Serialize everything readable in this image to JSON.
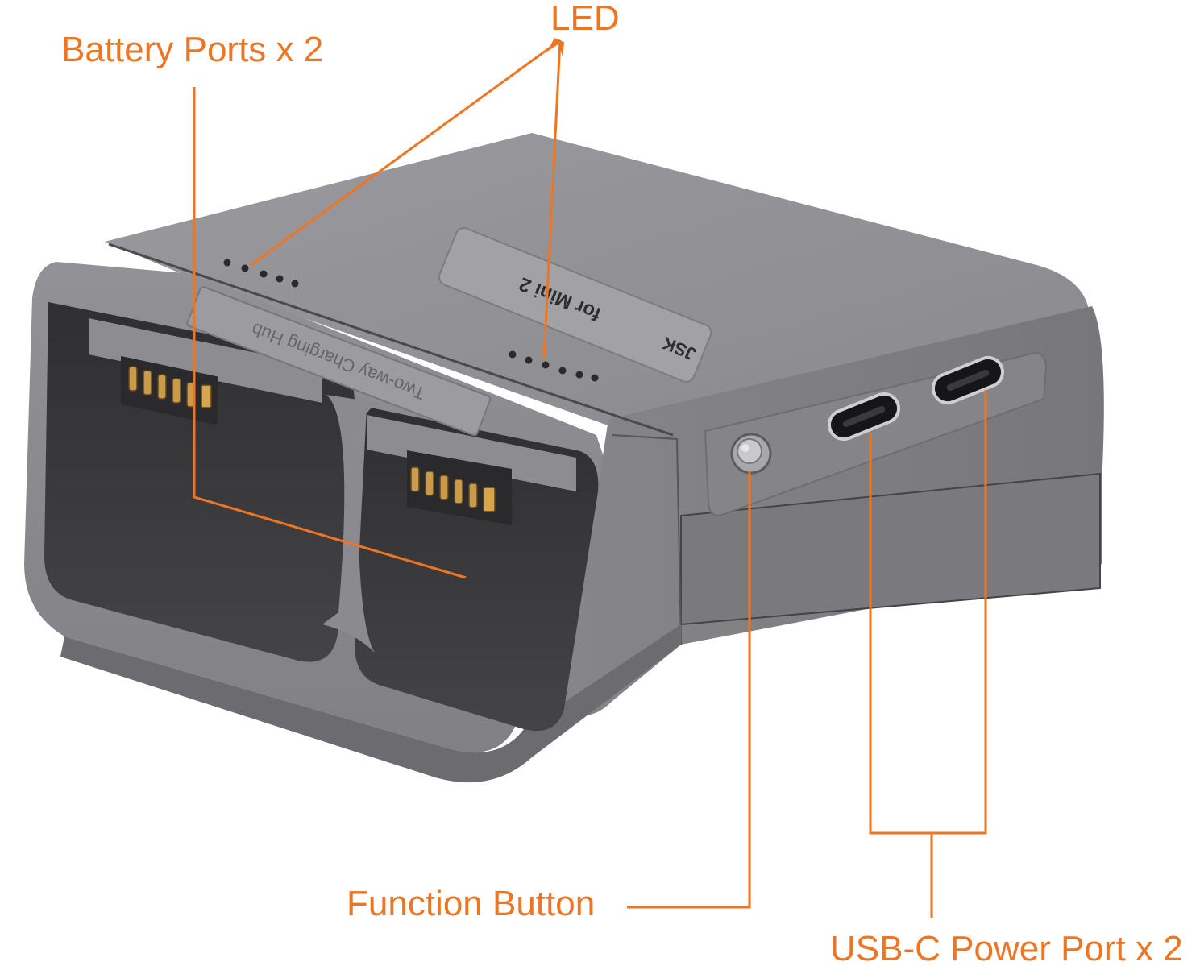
{
  "colors": {
    "callout": "#ee7623",
    "body_top": "#8f8f93",
    "body_front": "#8a8a8e",
    "body_side": "#7e7e82",
    "cavity": "#39393c",
    "contact_gold": "#c99a4a"
  },
  "callouts": {
    "battery_ports": "Battery Ports x 2",
    "led": "LED",
    "function_button": "Function Button",
    "usbc_ports": "USB-C Power Port x 2"
  },
  "device": {
    "label_plate": "Two-way  Charging  Hub",
    "model_plate": "for Mini 2",
    "logo": "JSK"
  }
}
